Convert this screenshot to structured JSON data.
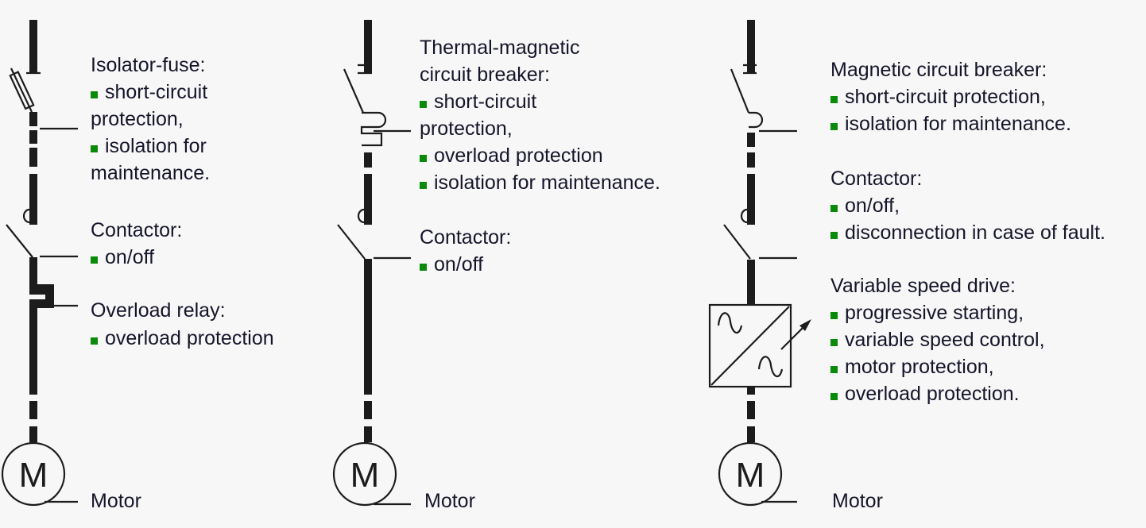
{
  "colors": {
    "bullet": "#0a8a0a",
    "line": "#1c1c1c",
    "background": "#f7f7f7"
  },
  "columns": [
    {
      "blocks": [
        {
          "title": [
            "Isolator-fuse:"
          ],
          "bullets": [
            [
              "short-circuit",
              "protection,"
            ],
            [
              "isolation for",
              "maintenance."
            ]
          ]
        },
        {
          "title": [
            "Contactor:"
          ],
          "bullets": [
            [
              "on/off"
            ]
          ]
        },
        {
          "title": [
            "Overload relay:"
          ],
          "bullets": [
            [
              "overload protection"
            ]
          ]
        }
      ],
      "motor_symbol": "M",
      "motor_label": "Motor"
    },
    {
      "blocks": [
        {
          "title": [
            "Thermal-magnetic",
            "circuit breaker:"
          ],
          "bullets": [
            [
              "short-circuit",
              "protection,"
            ],
            [
              "overload protection"
            ],
            [
              "isolation for maintenance."
            ]
          ]
        },
        {
          "title": [
            "Contactor:"
          ],
          "bullets": [
            [
              "on/off"
            ]
          ]
        }
      ],
      "motor_symbol": "M",
      "motor_label": "Motor"
    },
    {
      "blocks": [
        {
          "title": [
            "Magnetic circuit breaker:"
          ],
          "bullets": [
            [
              "short-circuit protection,"
            ],
            [
              "isolation for maintenance."
            ]
          ]
        },
        {
          "title": [
            "Contactor:"
          ],
          "bullets": [
            [
              "on/off,"
            ],
            [
              "disconnection in case of fault."
            ]
          ]
        },
        {
          "title": [
            "Variable speed drive:"
          ],
          "bullets": [
            [
              "progressive starting,"
            ],
            [
              "variable speed control,"
            ],
            [
              "motor protection,"
            ],
            [
              "overload protection."
            ]
          ]
        }
      ],
      "motor_symbol": "M",
      "motor_label": "Motor"
    }
  ]
}
